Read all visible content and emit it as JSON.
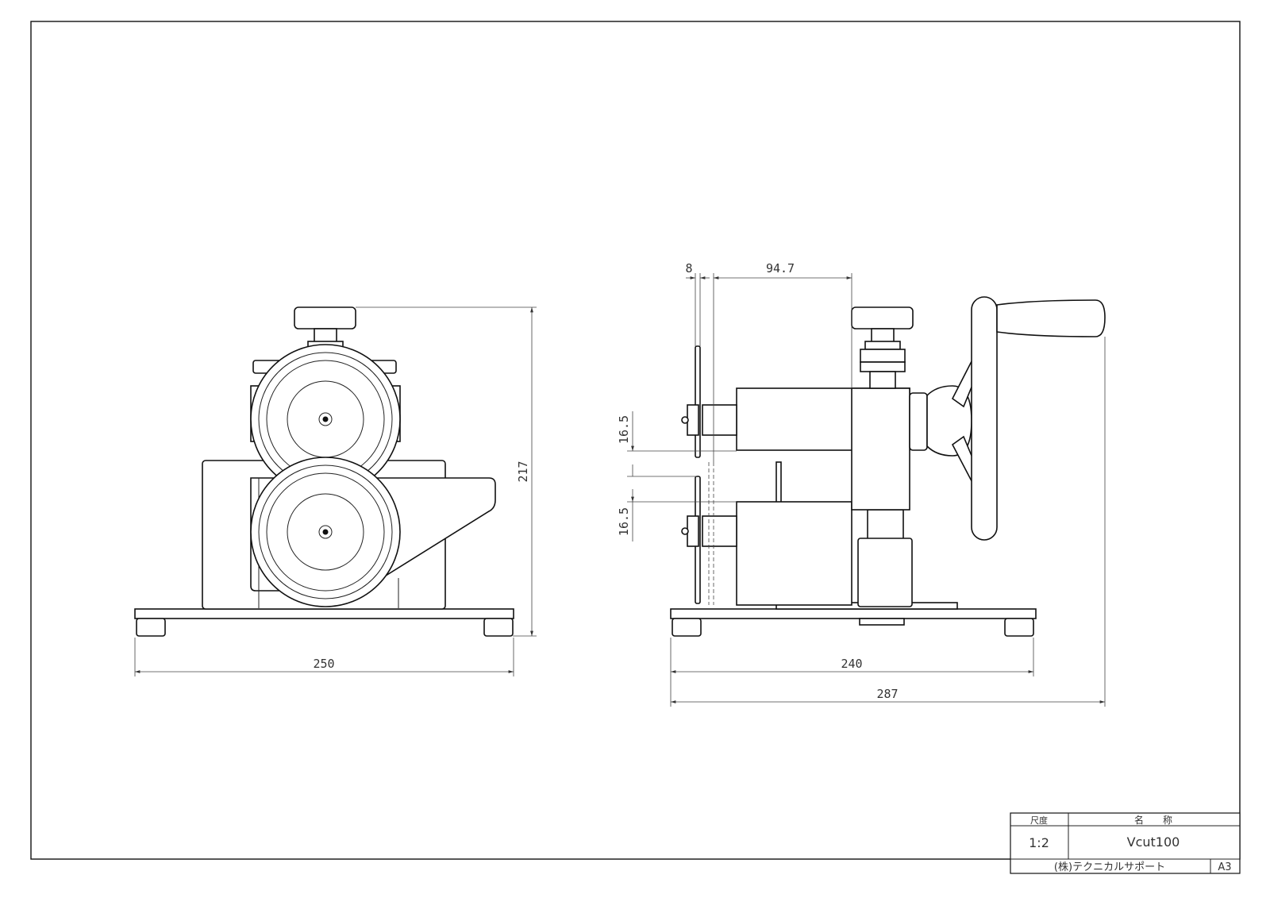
{
  "drawing": {
    "dimensions": {
      "front_width": "250",
      "front_height": "217",
      "side_blade_thickness": "8",
      "side_offset": "94.7",
      "side_upper_gap": "16.5",
      "side_lower_gap": "16.5",
      "side_base_length": "240",
      "side_overall_length": "287"
    },
    "title_block": {
      "scale_label": "尺度",
      "scale_value": "1:2",
      "name_label": "名　　称",
      "name_value": "Vcut100",
      "company": "(株)テクニカルサポート",
      "sheet_size": "A3"
    }
  }
}
